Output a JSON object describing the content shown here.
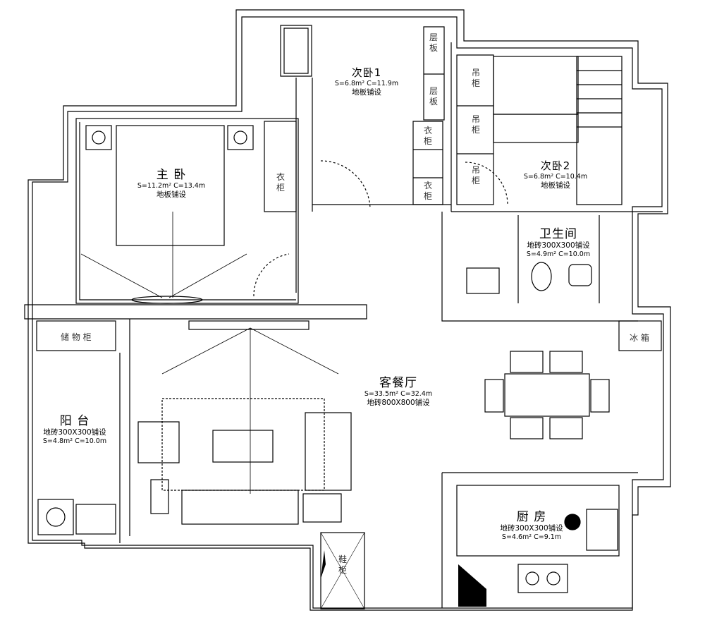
{
  "rooms": {
    "master": {
      "name": "主 卧",
      "area": "S=11.2m² C=13.4m",
      "floor": "地板铺设"
    },
    "bed1": {
      "name": "次卧1",
      "area": "S=6.8m² C=11.9m",
      "floor": "地板铺设"
    },
    "bed2": {
      "name": "次卧2",
      "area": "S=6.8m² C=10.4m",
      "floor": "地板铺设"
    },
    "bath": {
      "name": "卫生间",
      "area": "S=4.9m² C=10.0m",
      "floor": "地砖300X300铺设"
    },
    "living": {
      "name": "客餐厅",
      "area": "S=33.5m² C=32.4m",
      "floor": "地砖800X800铺设"
    },
    "balcony": {
      "name": "阳 台",
      "area": "S=4.8m² C=10.0m",
      "floor": "地砖300X300铺设"
    },
    "kitchen": {
      "name": "厨 房",
      "area": "S=4.6m² C=9.1m",
      "floor": "地砖300X300铺设"
    }
  },
  "fixtures": {
    "shelf_a": "层板",
    "shelf_b": "层板",
    "hang_a": "吊柜",
    "hang_b": "吊柜",
    "hang_c": "吊柜",
    "wardrobe_master": "衣柜",
    "wardrobe_b1": "衣柜",
    "wardrobe_b2": "衣柜",
    "storage": "储 物 柜",
    "fridge": "冰 箱",
    "shoe": "鞋柜"
  }
}
